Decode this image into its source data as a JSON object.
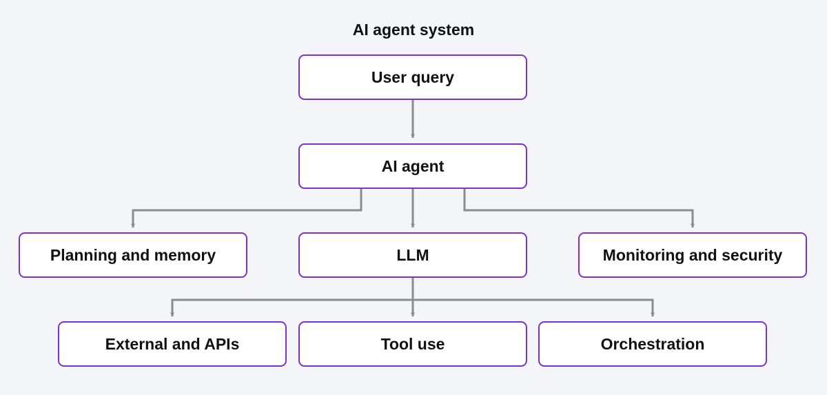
{
  "title": "AI agent system",
  "colors": {
    "background": "#f3f5f8",
    "node_border": "#7b2fd8",
    "node_fill": "#ffffff",
    "connector": "#8c8c8c",
    "text": "#111111"
  },
  "nodes": {
    "user_query": "User query",
    "ai_agent": "AI agent",
    "planning_memory": "Planning and memory",
    "llm": "LLM",
    "monitoring_security": "Monitoring and security",
    "external_apis": "External and APIs",
    "tool_use": "Tool use",
    "orchestration": "Orchestration"
  },
  "edges": [
    {
      "from": "User query",
      "to": "AI agent"
    },
    {
      "from": "AI agent",
      "to": "Planning and memory"
    },
    {
      "from": "AI agent",
      "to": "LLM"
    },
    {
      "from": "AI agent",
      "to": "Monitoring and security"
    },
    {
      "from": "LLM",
      "to": "External and APIs"
    },
    {
      "from": "LLM",
      "to": "Tool use"
    },
    {
      "from": "LLM",
      "to": "Orchestration"
    }
  ]
}
